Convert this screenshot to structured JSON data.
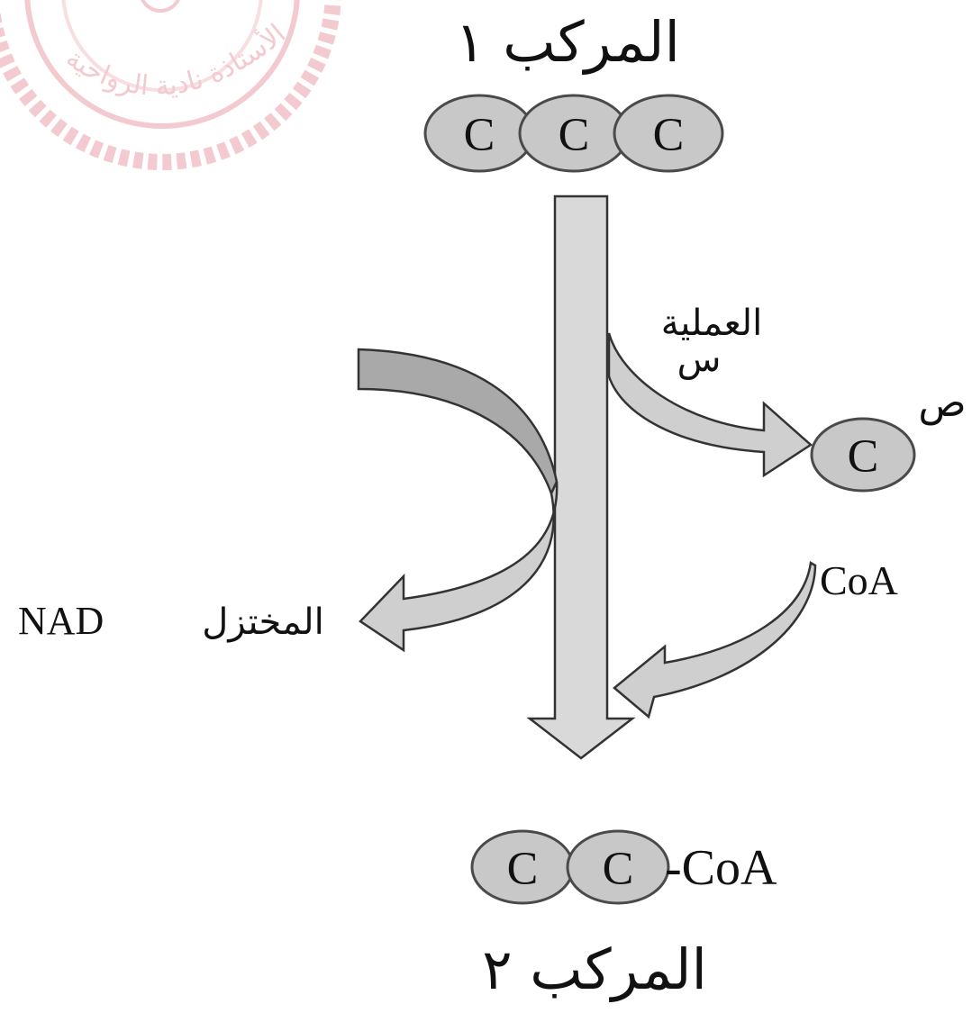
{
  "watermark": {
    "text": "الأستاذة نادية الرواحية",
    "color": "#e8a0a8"
  },
  "compound1": {
    "label": "المركب ١",
    "atoms": [
      "C",
      "C",
      "C"
    ]
  },
  "process": {
    "line1": "العملية",
    "line2": "س"
  },
  "released": {
    "label": "ص",
    "atom": "C"
  },
  "coa_input": "CoA",
  "nad_output": {
    "symbol": "NAD",
    "word": "المختزل"
  },
  "compound2": {
    "label": "المركب ٢",
    "atoms": [
      "C",
      "C"
    ],
    "suffix": "-CoA"
  },
  "colors": {
    "atom_fill": "#c8c8c8",
    "arrow_fill": "#d9d9d9",
    "arrow_dark_fill": "#a9a9a9",
    "stroke": "#333333"
  }
}
